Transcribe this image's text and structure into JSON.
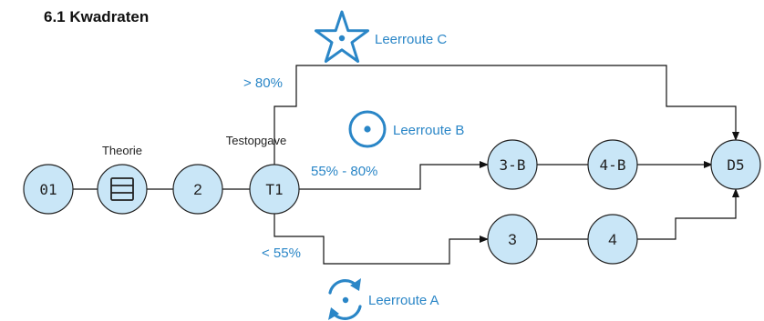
{
  "title": "6.1 Kwadraten",
  "colors": {
    "accent": "#2a86c7",
    "node_fill": "#c9e6f7",
    "line": "#111111"
  },
  "labels": {
    "theorie": "Theorie",
    "testopgave": "Testopgave",
    "route_c": "Leerroute C",
    "route_b": "Leerroute B",
    "route_a": "Leerroute A",
    "cond_high": "> 80%",
    "cond_mid": "55% - 80%",
    "cond_low": "< 55%"
  },
  "nodes": {
    "n01": "01",
    "n2": "2",
    "t1": "T1",
    "n3b": "3-B",
    "n4b": "4-B",
    "d5": "D5",
    "n3": "3",
    "n4": "4"
  },
  "icons": {
    "route_c": "star-icon",
    "route_b": "target-icon",
    "route_a": "refresh-icon",
    "theorie": "list-icon"
  }
}
